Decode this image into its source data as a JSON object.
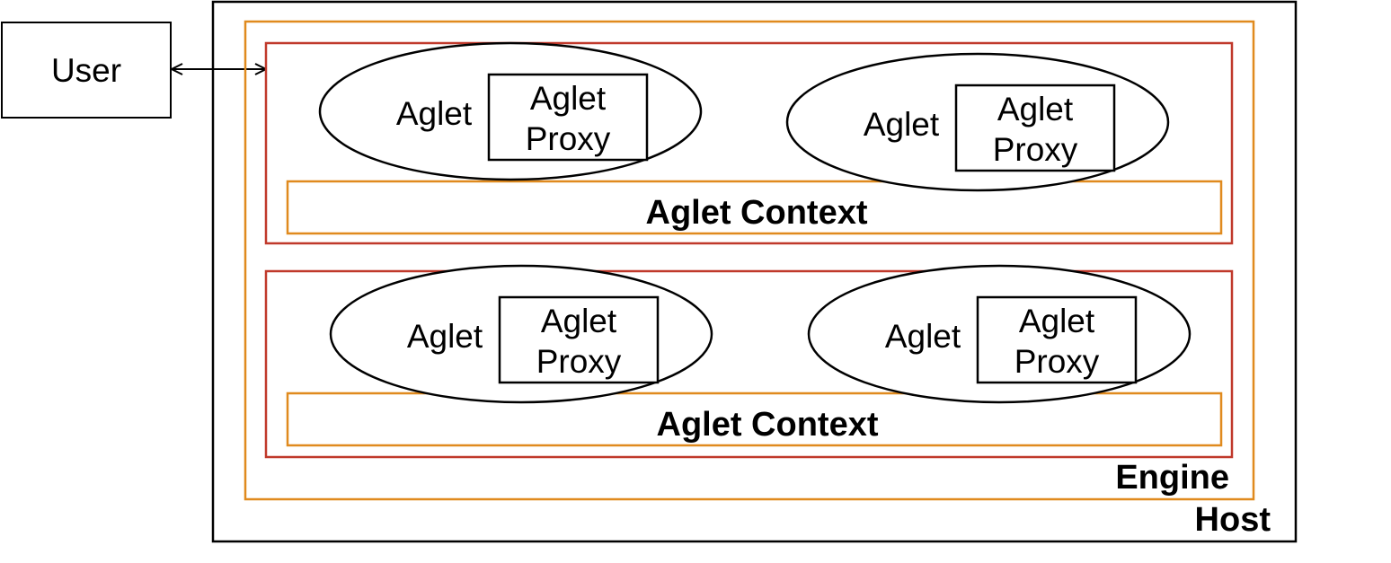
{
  "user": {
    "label": "User"
  },
  "host": {
    "label": "Host"
  },
  "engine": {
    "label": "Engine"
  },
  "contexts": [
    {
      "label": "Aglet Context",
      "aglets": [
        {
          "label": "Aglet",
          "proxy_line1": "Aglet",
          "proxy_line2": "Proxy"
        },
        {
          "label": "Aglet",
          "proxy_line1": "Aglet",
          "proxy_line2": "Proxy"
        }
      ]
    },
    {
      "label": "Aglet Context",
      "aglets": [
        {
          "label": "Aglet",
          "proxy_line1": "Aglet",
          "proxy_line2": "Proxy"
        },
        {
          "label": "Aglet",
          "proxy_line1": "Aglet",
          "proxy_line2": "Proxy"
        }
      ]
    }
  ],
  "colors": {
    "host_border": "#000000",
    "engine_border": "#e08a1e",
    "context_border": "#c0392b",
    "context_bar_border": "#e08a1e",
    "shape_border": "#000000"
  }
}
